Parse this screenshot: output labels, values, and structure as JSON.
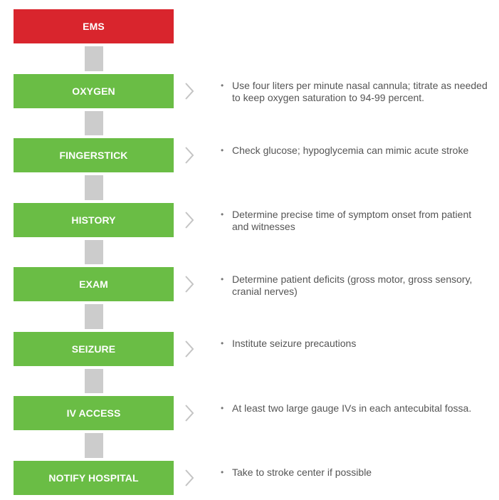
{
  "colors": {
    "ems": "#d9252d",
    "step": "#6abd45",
    "connector": "#cccccc",
    "chevron": "#c4c4c4",
    "text": "#555555"
  },
  "start": {
    "label": "EMS"
  },
  "steps": [
    {
      "label": "OXYGEN",
      "note": "Use four liters per minute nasal cannula; titrate as needed to keep oxygen saturation to 94-99 percent."
    },
    {
      "label": "FINGERSTICK",
      "note": "Check glucose; hypoglycemia can mimic acute stroke"
    },
    {
      "label": "HISTORY",
      "note": "Determine precise time of symptom onset from patient and witnesses"
    },
    {
      "label": "EXAM",
      "note": "Determine patient deficits (gross motor, gross sensory, cranial nerves)"
    },
    {
      "label": "SEIZURE",
      "note": "Institute seizure precautions"
    },
    {
      "label": "IV ACCESS",
      "note": "At least two large gauge IVs in each antecubital fossa."
    },
    {
      "label": "NOTIFY HOSPITAL",
      "note": "Take to stroke center if possible"
    }
  ]
}
